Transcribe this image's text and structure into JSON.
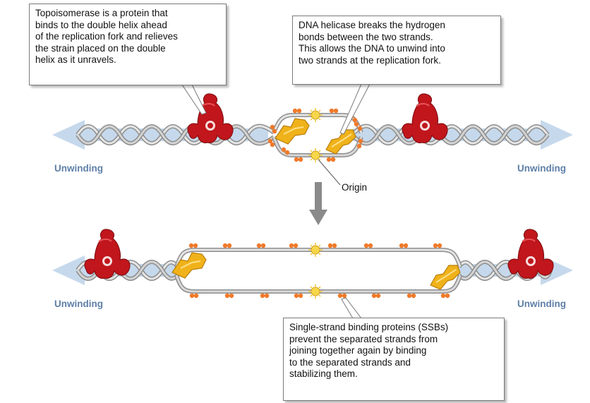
{
  "callouts": {
    "topoisomerase": [
      "Topoisomerase is a protein that",
      "binds to the double helix ahead",
      "of the replication fork and relieves",
      "the strain placed on the double",
      "helix as it unravels."
    ],
    "helicase": [
      "DNA helicase breaks the hydrogen",
      "bonds between the two strands.",
      "This allows the DNA to unwind into",
      "two strands at the replication fork."
    ],
    "ssb": [
      "Single-strand binding proteins (SSBs)",
      "prevent the separated strands from",
      "joining together again by binding",
      "to the separated strands and",
      "stabilizing them."
    ]
  },
  "labels": {
    "unwinding": "Unwinding",
    "origin": "Origin"
  },
  "colors": {
    "arrow": "#c6d9ec",
    "dna_strand": "#c9c9c9",
    "topoisomerase": "#c0161c",
    "helicase": "#f0b21a",
    "ssb": "#f07a2a",
    "origin": "#f6d64a",
    "unwinding_text": "#5e7fa6",
    "process_arrow": "#8a8a8a"
  }
}
